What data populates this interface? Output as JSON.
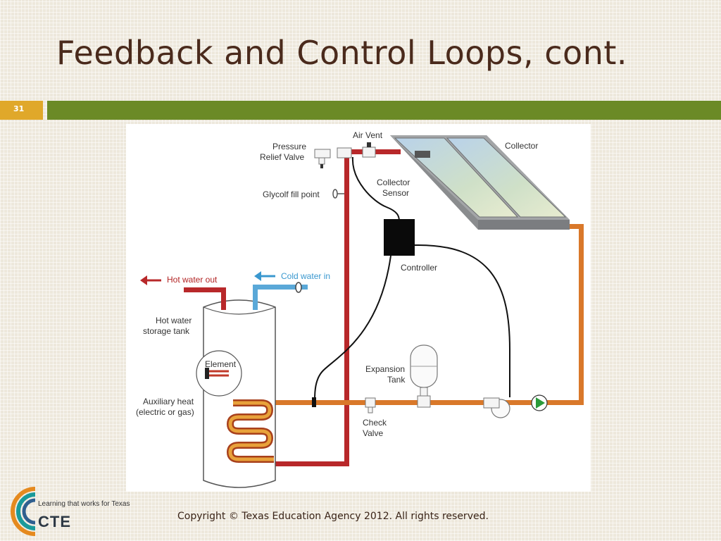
{
  "slide": {
    "title": "Feedback and Control Loops, cont.",
    "number": "31",
    "copyright": "Copyright © Texas Education Agency 2012. All rights reserved."
  },
  "logo": {
    "tagline": "Learning that works for Texas",
    "text": "CTE"
  },
  "diagram": {
    "labels": {
      "air_vent": "Air Vent",
      "pressure_relief_1": "Pressure",
      "pressure_relief_2": "Relief Valve",
      "collector": "Collector",
      "collector_sensor_1": "Collector",
      "collector_sensor_2": "Sensor",
      "glycol_fill": "Glycolf fill point",
      "controller": "Controller",
      "hot_water_out": "Hot water out",
      "cold_water_in": "Cold water in",
      "storage_tank_1": "Hot water",
      "storage_tank_2": "storage tank",
      "element": "Element",
      "auxiliary_heat_1": "Auxiliary heat",
      "auxiliary_heat_2": "(electric or gas)",
      "expansion_tank_1": "Expansion",
      "expansion_tank_2": "Tank",
      "check_valve_1": "Check",
      "check_valve_2": "Valve"
    },
    "colors": {
      "hot_pipe": "#b8282a",
      "return_pipe": "#d9782a",
      "cold_pipe": "#5aa8d8",
      "pump": "#2a9a3a"
    }
  }
}
